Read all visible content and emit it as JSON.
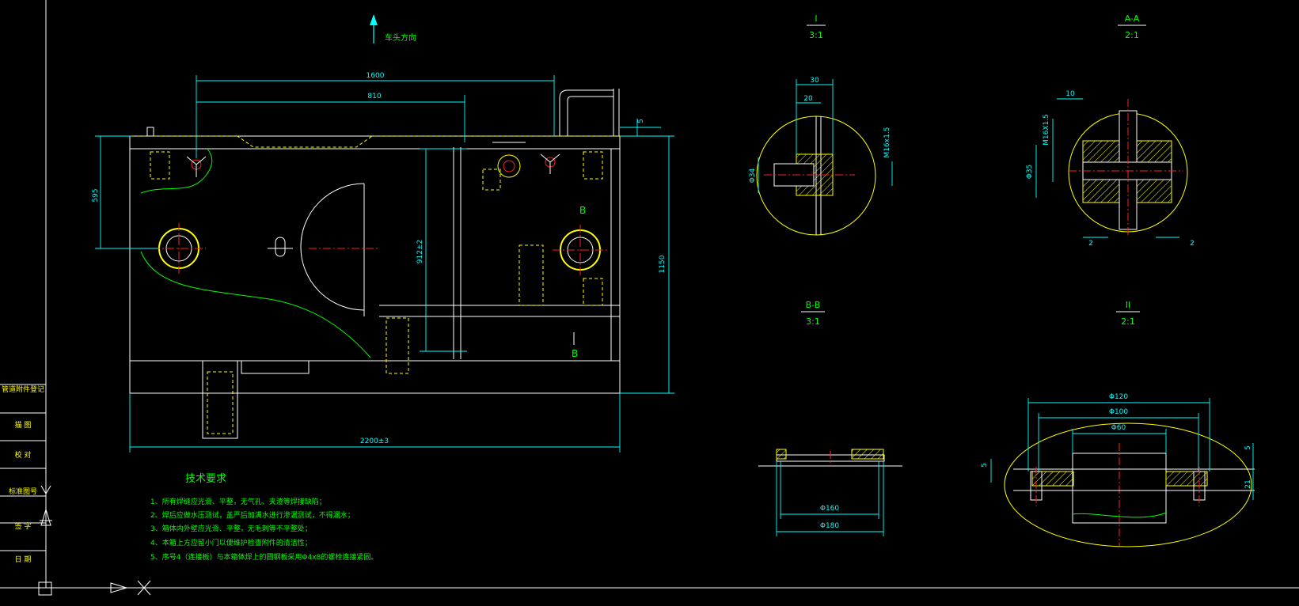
{
  "colors": {
    "background": "#000000",
    "outline": "#ffffff",
    "dimension": "#00ffff",
    "hidden": "#ffff00",
    "center": "#ff2020",
    "note": "#00ff00"
  },
  "title_block": {
    "rows": [
      "管道附件登记",
      "描 图",
      "校 对",
      "标准图号",
      "签 字",
      "日 期"
    ]
  },
  "main_view": {
    "direction_label": "车头方向",
    "dims": {
      "top_1600": "1600",
      "top_810": "810",
      "left_595": "595",
      "right_5": "5",
      "right_1150": "1150",
      "mid_912": "912±2",
      "bottom_2200": "2200±3"
    },
    "section_mark_top": "B",
    "section_mark_bottom": "B"
  },
  "detail_I": {
    "title": "I",
    "scale": "3:1",
    "dims": {
      "d30": "30",
      "d20": "20",
      "d34": "Φ34",
      "thread": "M16x1.5"
    }
  },
  "detail_AA": {
    "title": "A-A",
    "scale": "2:1",
    "dims": {
      "d10": "10",
      "thread": "M16X1.5",
      "d35": "Φ35",
      "gap_left": "2",
      "gap_right": "2"
    }
  },
  "detail_BB": {
    "title": "B-B",
    "scale": "3:1",
    "dims": {
      "d160": "Φ160",
      "d180": "Φ180"
    }
  },
  "detail_II": {
    "title": "II",
    "scale": "2:1",
    "dims": {
      "d120": "Φ120",
      "d100": "Φ100",
      "d60": "Φ60",
      "left5": "5",
      "right5": "5",
      "right21": "21"
    }
  },
  "notes": {
    "title": "技术要求",
    "items": [
      "1、所有焊缝应光滑、平整，无气孔、夹渣等焊接缺陷；",
      "2、焊后应做水压测试，盖严后加满水进行渗漏测试，不得漏水；",
      "3、箱体内外壁应光滑、平整，无毛刺等不平整处；",
      "4、本箱上方应留小门以便维护检查附件的清洁性；",
      "5、序号4（连接板）与本箱体焊上的圆钢板采用Φ4x8的螺栓连接紧固。"
    ]
  }
}
